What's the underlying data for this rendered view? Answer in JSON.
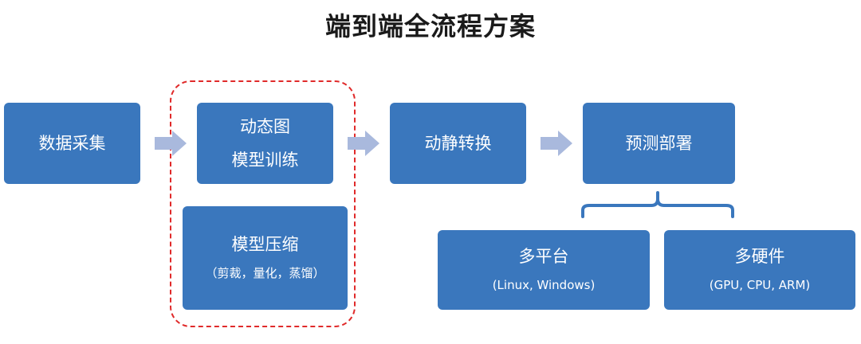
{
  "title": "端到端全流程方案",
  "nodes": {
    "collect": {
      "main": "数据采集"
    },
    "train": {
      "line1": "动态图",
      "line2": "模型训练"
    },
    "convert": {
      "main": "动静转换"
    },
    "deploy": {
      "main": "预测部署"
    },
    "compress": {
      "main": "模型压缩",
      "sub": "（剪裁，量化，蒸馏）"
    },
    "platform": {
      "main": "多平台",
      "sub": "(Linux, Windows)"
    },
    "hardware": {
      "main": "多硬件",
      "sub": "(GPU, CPU, ARM)"
    }
  },
  "colors": {
    "box": "#3a77bd",
    "arrow": "#a9b9dd",
    "dash": "#e02a2a",
    "brace": "#3a77bd"
  }
}
